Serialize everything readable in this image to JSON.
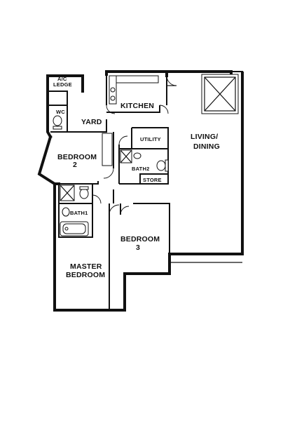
{
  "rooms": {
    "ac_ledge_line1": "A/C",
    "ac_ledge_line2": "LEDGE",
    "wc": "WC",
    "yard": "YARD",
    "kitchen": "KITCHEN",
    "utility": "UTILITY",
    "living_line1": "LIVING/",
    "living_line2": "DINING",
    "bedroom2_line1": "BEDROOM",
    "bedroom2_line2": "2",
    "bath2": "BATH2",
    "store": "STORE",
    "bath1": "BATH1",
    "bedroom3_line1": "BEDROOM",
    "bedroom3_line2": "3",
    "master_line1": "MASTER",
    "master_line2": "BEDROOM"
  }
}
